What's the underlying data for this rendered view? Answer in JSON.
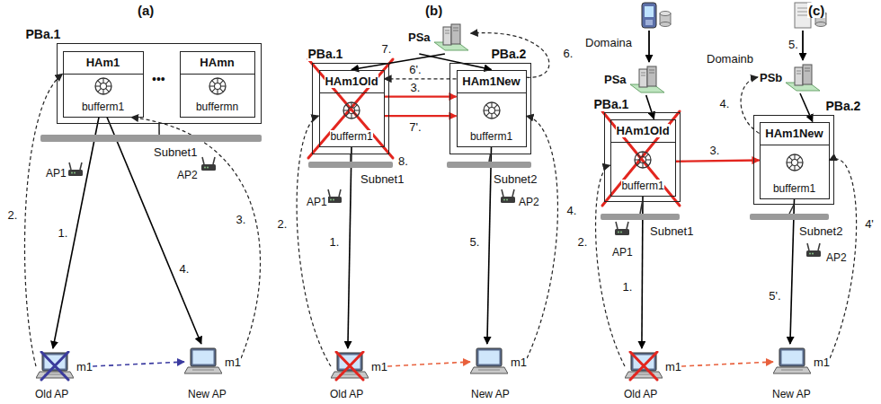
{
  "diagram": {
    "nodes": [
      {
        "text": [
          "PBa.1"
        ]
      },
      {
        "text": [
          "HAm1",
          "bufferm1"
        ],
        "in": 0
      },
      {
        "text": [
          "HAmn",
          "buffermn"
        ],
        "in": 0
      },
      {
        "text": [
          "Subnet1"
        ]
      },
      {
        "text": [
          "m1"
        ]
      },
      {
        "text": [
          "m1"
        ]
      },
      {
        "text": [
          "PSa"
        ]
      },
      {
        "text": [
          "PBa.1"
        ]
      },
      {
        "text": [
          "HAm1Old",
          "bufferm1"
        ],
        "in": 7
      },
      {
        "text": [
          "PBa.2"
        ]
      },
      {
        "text": [
          "HAm1New",
          "bufferm1"
        ],
        "in": 9
      },
      {
        "text": [
          "Subnet1"
        ]
      },
      {
        "text": [
          "Subnet2"
        ]
      },
      {
        "text": [
          "m1"
        ]
      },
      {
        "text": [
          "m1"
        ]
      },
      {
        "text": [
          "PSa"
        ]
      },
      {
        "text": [
          "PSb"
        ]
      },
      {
        "text": [
          "PBa.1"
        ]
      },
      {
        "text": [
          "HAm1Old",
          "bufferm1"
        ],
        "in": 17
      },
      {
        "text": [
          "PBa.2"
        ]
      },
      {
        "text": [
          "HAm1New",
          "bufferm1"
        ],
        "in": 19
      },
      {
        "text": [
          "Subnet1"
        ]
      },
      {
        "text": [
          "Subnet2"
        ]
      },
      {
        "text": [
          "m1"
        ]
      },
      {
        "text": [
          "m1"
        ]
      }
    ],
    "edges": [
      {
        "from": 1,
        "to": 4,
        "arrow": "to",
        "label": "1."
      },
      {
        "from": 4,
        "to": 1,
        "arrow": "to",
        "label": "2."
      },
      {
        "from": 5,
        "to": 1,
        "arrow": "to",
        "label": "3."
      },
      {
        "from": 1,
        "to": 5,
        "arrow": "to",
        "label": "4."
      },
      {
        "from": 4,
        "to": 5,
        "arrow": "to"
      },
      {
        "from": 0,
        "to": 3,
        "arrow": "none"
      },
      {
        "from": 8,
        "to": 13,
        "arrow": "to",
        "label": "1."
      },
      {
        "from": 13,
        "to": 8,
        "arrow": "to",
        "label": "2."
      },
      {
        "from": 8,
        "to": 10,
        "arrow": "to",
        "label": "3."
      },
      {
        "from": 14,
        "to": 10,
        "arrow": "to",
        "label": "4."
      },
      {
        "from": 10,
        "to": 14,
        "arrow": "to",
        "label": "5."
      },
      {
        "from": 10,
        "to": 6,
        "arrow": "to",
        "label": "6."
      },
      {
        "from": 10,
        "to": 8,
        "arrow": "to",
        "label": "6'."
      },
      {
        "from": 6,
        "to": 8,
        "arrow": "to",
        "label": "7."
      },
      {
        "from": 6,
        "to": 10,
        "arrow": "to"
      },
      {
        "from": 8,
        "to": 10,
        "arrow": "to",
        "label": "7'."
      },
      {
        "from": 13,
        "to": 14,
        "arrow": "to"
      },
      {
        "from": 7,
        "to": 11,
        "arrow": "none"
      },
      {
        "from": 9,
        "to": 12,
        "arrow": "none"
      },
      {
        "from": 15,
        "to": 18,
        "arrow": "to"
      },
      {
        "from": 18,
        "to": 23,
        "arrow": "to",
        "label": "1."
      },
      {
        "from": 23,
        "to": 18,
        "arrow": "to",
        "label": "2."
      },
      {
        "from": 18,
        "to": 20,
        "arrow": "to",
        "label": "3."
      },
      {
        "from": 20,
        "to": 16,
        "arrow": "to",
        "label": "4."
      },
      {
        "from": 16,
        "to": 20,
        "arrow": "to"
      },
      {
        "from": 24,
        "to": 20,
        "arrow": "to",
        "label": "4'"
      },
      {
        "from": 20,
        "to": 24,
        "arrow": "to",
        "label": "5'."
      },
      {
        "from": 23,
        "to": 24,
        "arrow": "to"
      },
      {
        "from": 17,
        "to": 21,
        "arrow": "none"
      },
      {
        "from": 19,
        "to": 22,
        "arrow": "none"
      }
    ],
    "labels": [
      "(a)",
      "•••",
      "AP1",
      "AP2",
      "Old AP",
      "New AP",
      "(b)",
      "8.",
      "AP1",
      "AP2",
      "Old AP",
      "New AP",
      "(c)",
      "Domaina",
      "5.",
      "Domainb",
      "AP1",
      "AP2",
      "Old AP",
      "New AP"
    ]
  }
}
